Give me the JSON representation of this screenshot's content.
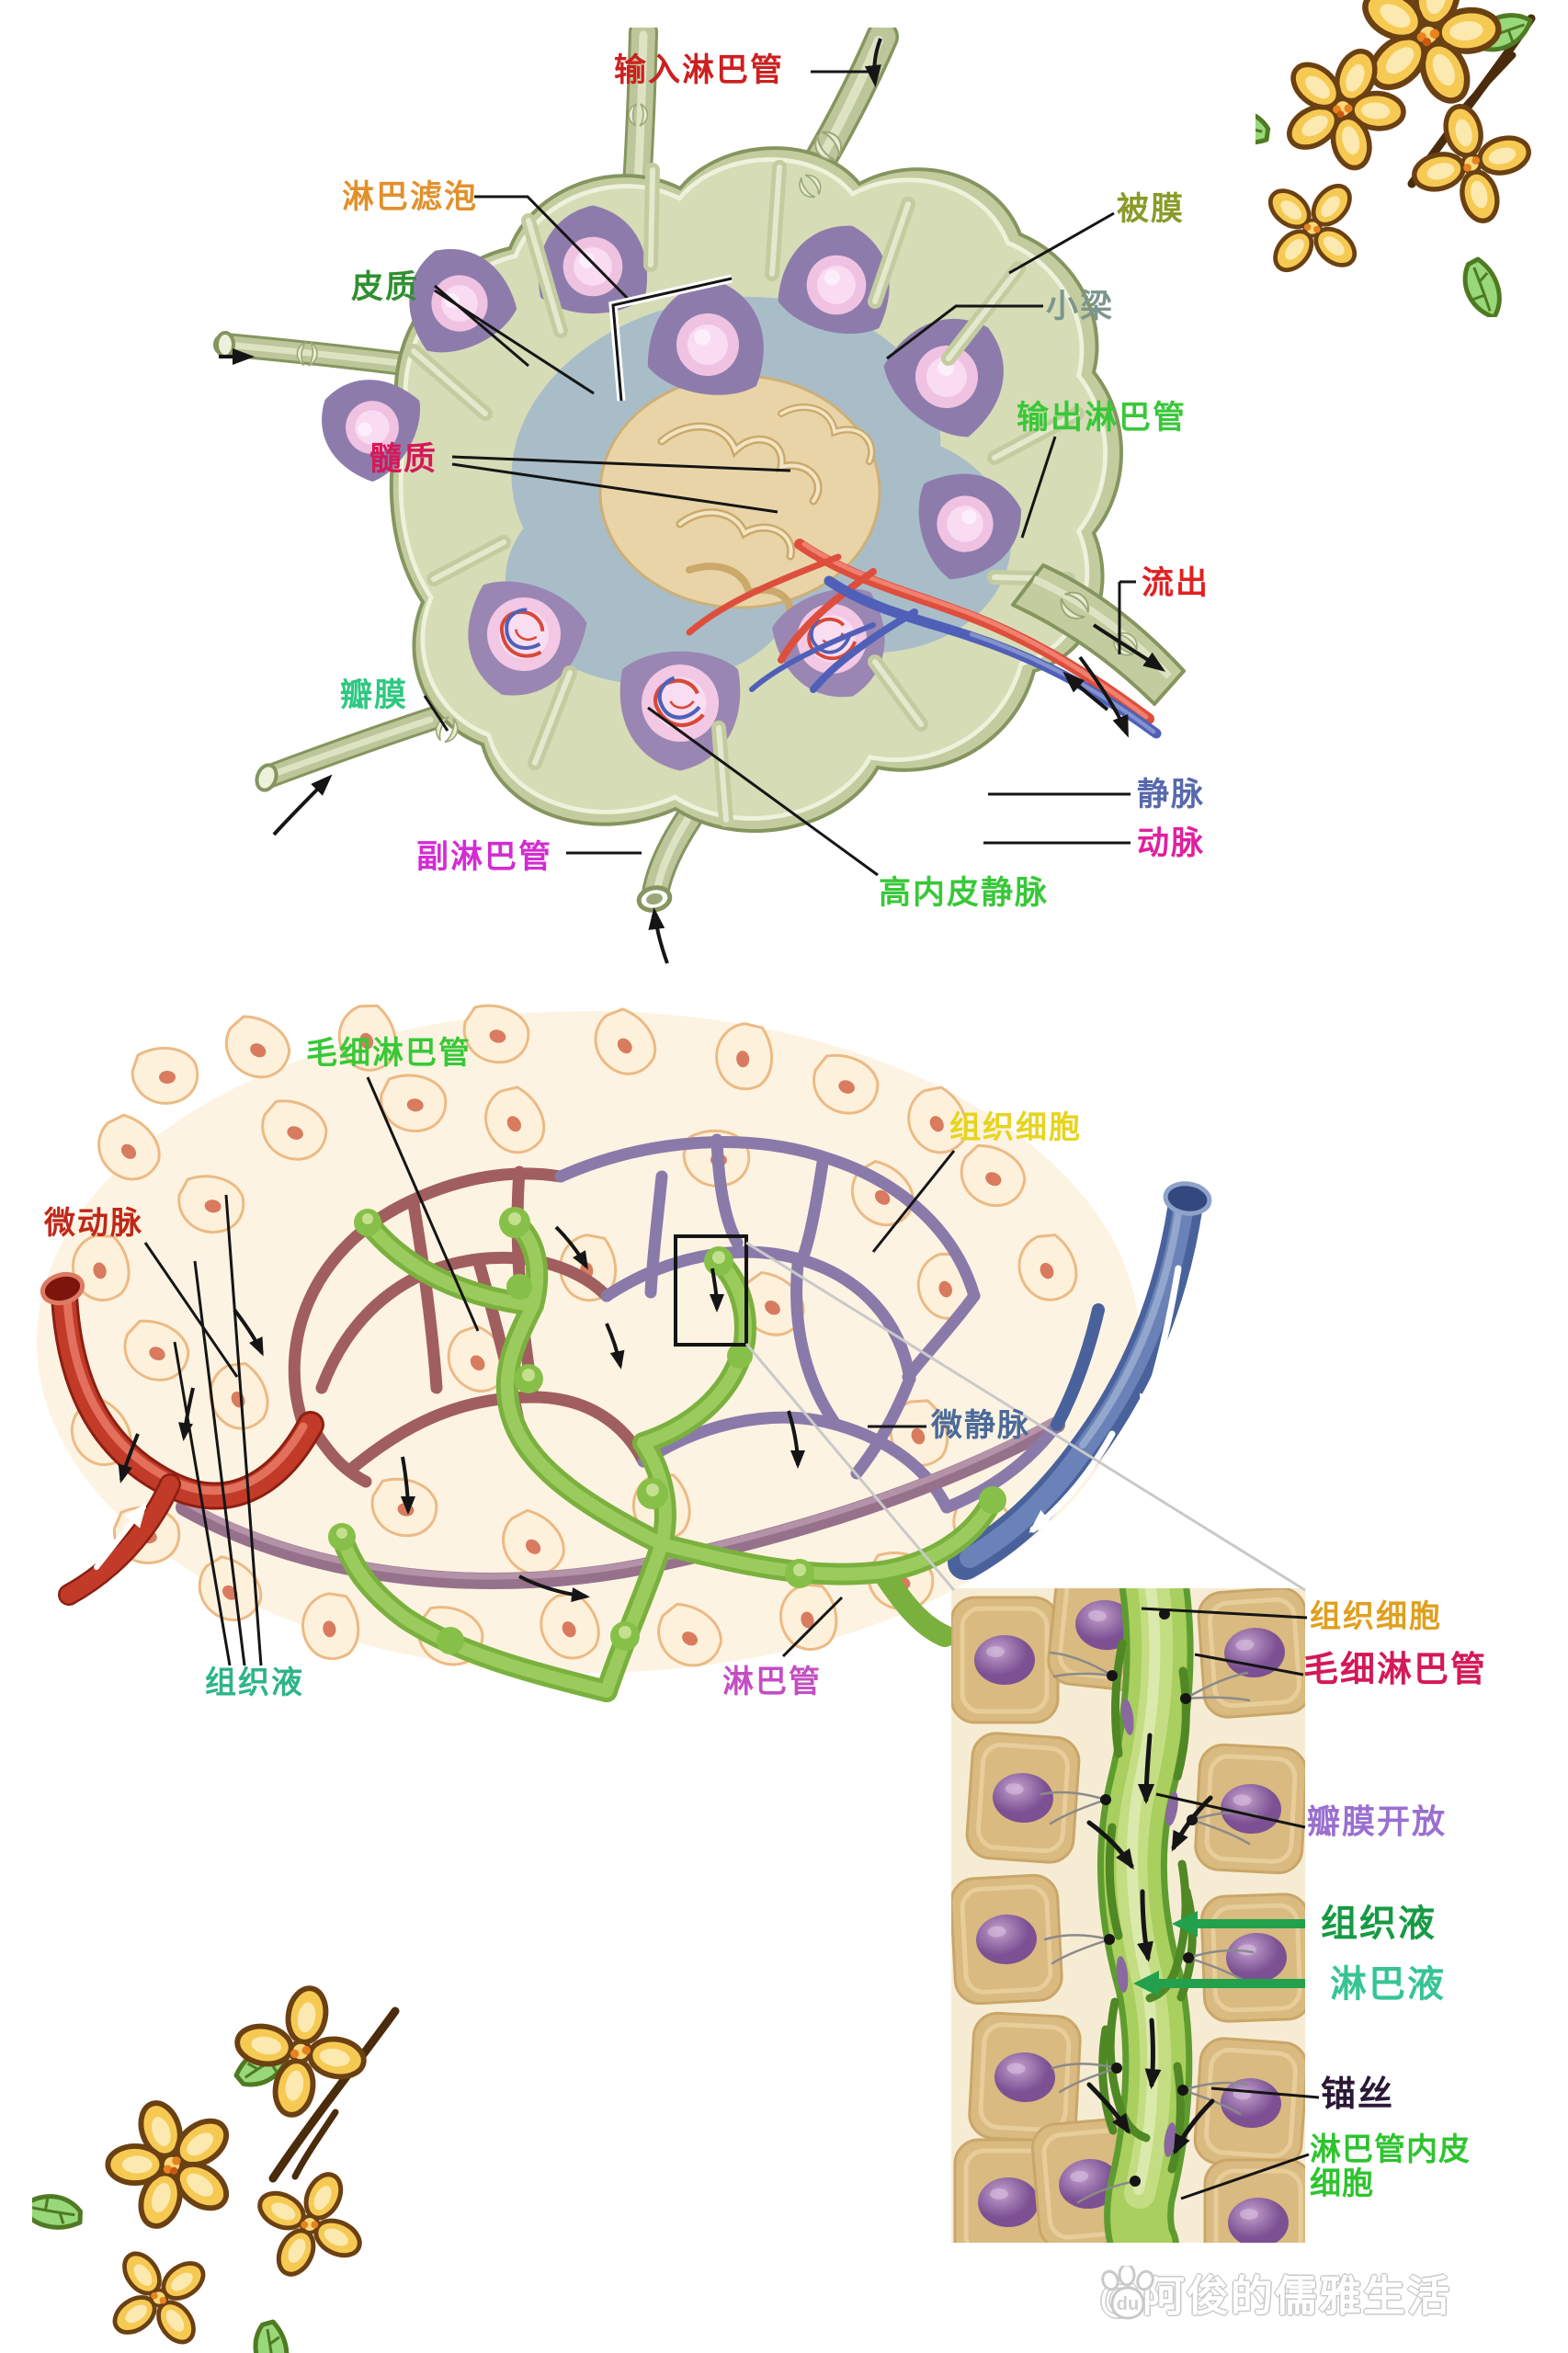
{
  "node_diagram": {
    "labels": {
      "afferent": {
        "text": "输入淋巴管",
        "color": "#cc2020"
      },
      "follicle": {
        "text": "淋巴滤泡",
        "color": "#e2902c"
      },
      "cortex": {
        "text": "皮质",
        "color": "#2f8f2f"
      },
      "medulla": {
        "text": "髓质",
        "color": "#d61858"
      },
      "capsule": {
        "text": "被膜",
        "color": "#8a9a28"
      },
      "trabecula": {
        "text": "小梁",
        "color": "#7d968c"
      },
      "efferent": {
        "text": "输出淋巴管",
        "color": "#38c838"
      },
      "outflow": {
        "text": "流出",
        "color": "#e02020"
      },
      "vein": {
        "text": "静脉",
        "color": "#5868ac"
      },
      "artery": {
        "text": "动脉",
        "color": "#e020a0"
      },
      "valve": {
        "text": "瓣膜",
        "color": "#2ec880"
      },
      "accessory": {
        "text": "副淋巴管",
        "color": "#d32cd3"
      },
      "hev": {
        "text": "高内皮静脉",
        "color": "#38c838"
      }
    }
  },
  "capillary_diagram": {
    "labels": {
      "lymph_capillary": {
        "text": "毛细淋巴管",
        "color": "#38c838"
      },
      "tissue_cells": {
        "text": "组织细胞",
        "color": "#e6d41e"
      },
      "arteriole": {
        "text": "微动脉",
        "color": "#c02818"
      },
      "venule": {
        "text": "微静脉",
        "color": "#4a6a9a"
      },
      "tissue_fluid": {
        "text": "组织液",
        "color": "#2eb489"
      },
      "lymph_vessel": {
        "text": "淋巴管",
        "color": "#c34ec3"
      }
    }
  },
  "inset_diagram": {
    "labels": {
      "tissue_cells": {
        "text": "组织细胞",
        "color": "#dfa01e"
      },
      "lymph_capillary": {
        "text": "毛细淋巴管",
        "color": "#d41858"
      },
      "valve_open": {
        "text": "瓣膜开放",
        "color": "#9a6fd0"
      },
      "tissue_fluid": {
        "text": "组织液",
        "color": "#169a44"
      },
      "lymph": {
        "text": "淋巴液",
        "color": "#36c492"
      },
      "anchor_filament": {
        "text": "锚丝",
        "color": "#2a1836"
      },
      "endothelium_line1": {
        "text": "淋巴管内皮",
        "color": "#2ec42e"
      },
      "endothelium_line2": {
        "text": "细胞",
        "color": "#2ec42e"
      }
    }
  },
  "watermark": {
    "handle": "@阿俊的儒雅生活",
    "paw_text": "du"
  }
}
